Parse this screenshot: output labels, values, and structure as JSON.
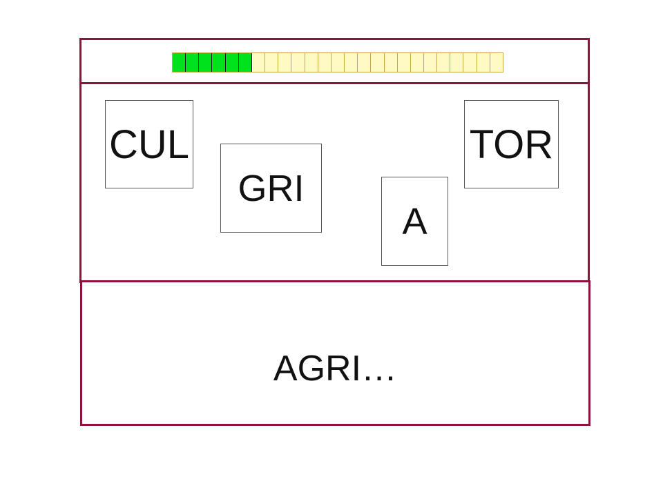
{
  "progress": {
    "total_segments": 25,
    "filled_segments": 6,
    "filled_color": "#00e21c",
    "empty_color": "#fff9c4"
  },
  "tiles": [
    {
      "id": "cul",
      "label": "CUL"
    },
    {
      "id": "gri",
      "label": "GRI"
    },
    {
      "id": "a",
      "label": "A"
    },
    {
      "id": "tor",
      "label": "TOR"
    }
  ],
  "answer": {
    "text": "AGRI…"
  },
  "colors": {
    "frame_border": "#8b1538",
    "background": "#ffffff"
  }
}
